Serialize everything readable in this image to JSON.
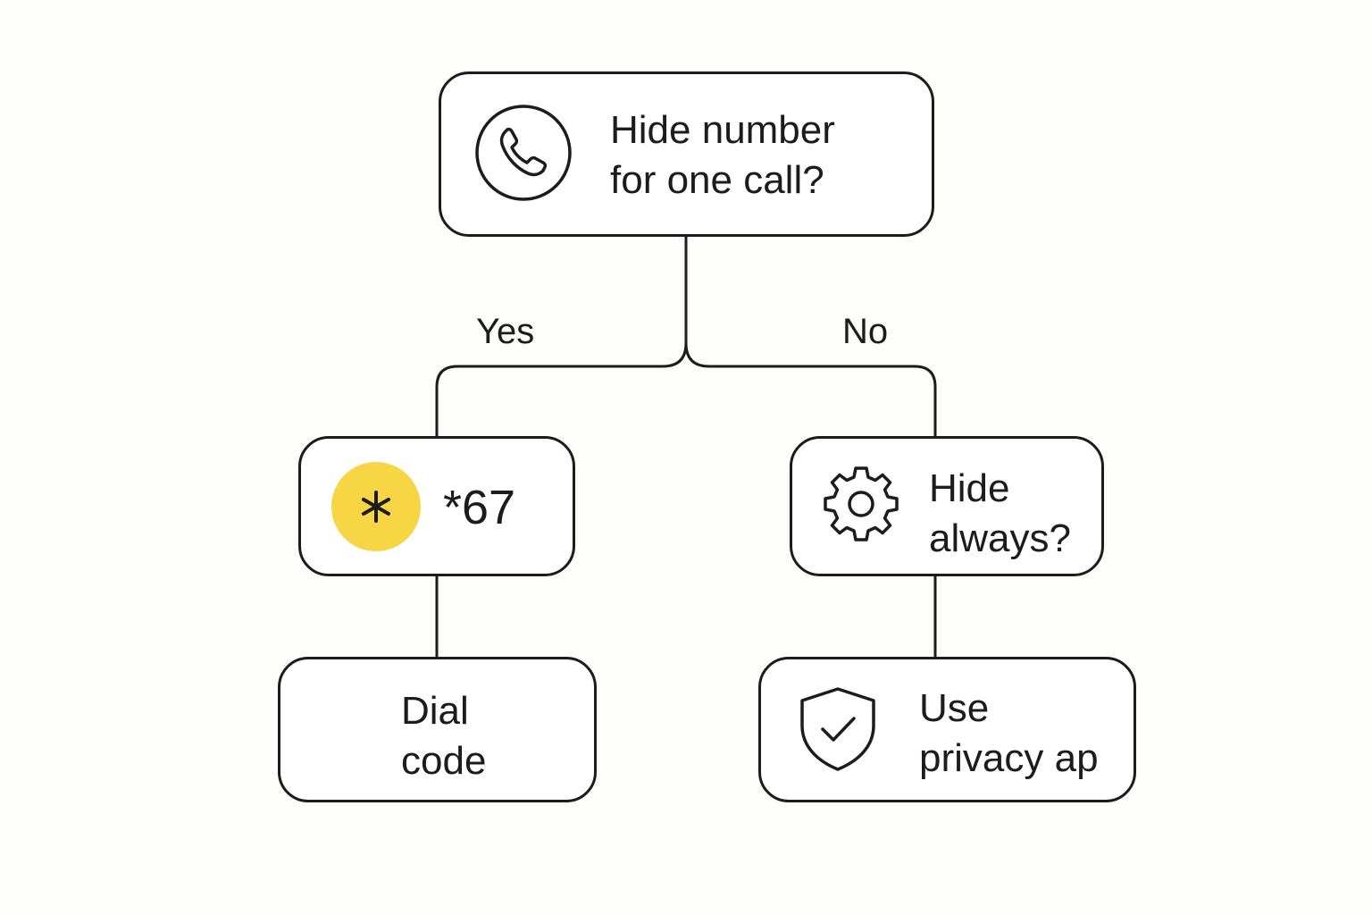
{
  "nodes": {
    "start": {
      "text": "Hide number\nfor one call?",
      "icon": "phone-icon"
    },
    "code": {
      "text": "*67",
      "icon": "asterisk-icon"
    },
    "always": {
      "text": "Hide\nalways?",
      "icon": "gear-icon"
    },
    "dial": {
      "text": "Dial\ncode"
    },
    "privacy": {
      "text": "Use\nprivacy ap",
      "icon": "shield-check-icon"
    }
  },
  "branches": {
    "yes": "Yes",
    "no": "No"
  },
  "colors": {
    "accent": "#f7d544",
    "stroke": "#1c1c1c",
    "background": "#fdfdfb"
  }
}
